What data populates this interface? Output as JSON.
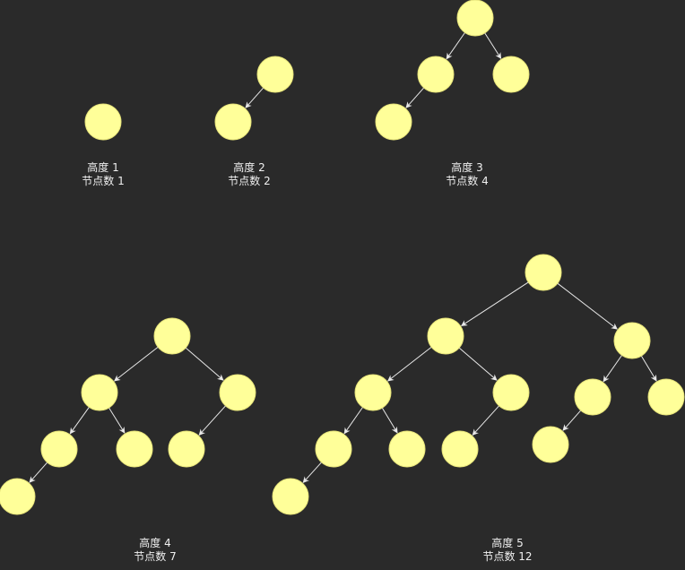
{
  "colors": {
    "background": "#2a2a2a",
    "node_fill": "#ffff99",
    "edge": "#e8e8e8",
    "text": "#f0f0f0"
  },
  "trees": [
    {
      "id": "h1",
      "height_label": "高度 1",
      "count_label": "节点数 1",
      "height": 1,
      "node_count": 1
    },
    {
      "id": "h2",
      "height_label": "高度 2",
      "count_label": "节点数 2",
      "height": 2,
      "node_count": 2
    },
    {
      "id": "h3",
      "height_label": "高度 3",
      "count_label": "节点数 4",
      "height": 3,
      "node_count": 4
    },
    {
      "id": "h4",
      "height_label": "高度 4",
      "count_label": "节点数 7",
      "height": 4,
      "node_count": 7
    },
    {
      "id": "h5",
      "height_label": "高度 5",
      "count_label": "节点数 12",
      "height": 5,
      "node_count": 12
    }
  ]
}
